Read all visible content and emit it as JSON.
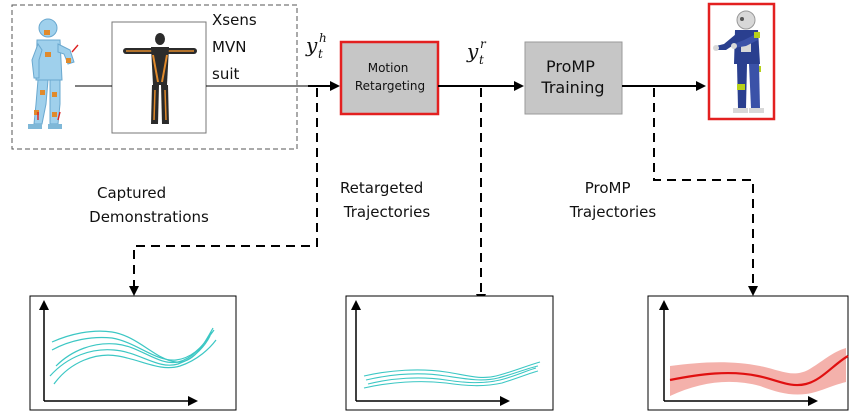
{
  "suit": {
    "label_lines": [
      "Xsens",
      "MVN",
      "suit"
    ]
  },
  "signals": {
    "human": {
      "base": "y",
      "sub": "t",
      "sup": "h"
    },
    "robot": {
      "base": "y",
      "sub": "t",
      "sup": "r"
    }
  },
  "blocks": {
    "retargeting": {
      "lines": [
        "Motion",
        "Retargeting"
      ],
      "border": "#e32020",
      "fill": "#c6c6c6"
    },
    "promp": {
      "lines": [
        "ProMP",
        "Training"
      ],
      "fill": "#c6c6c6"
    }
  },
  "labels": {
    "captured": [
      "Captured",
      "Demonstrations"
    ],
    "retargeted": [
      "Retargeted",
      "Trajectories"
    ],
    "promp_traj": [
      "ProMP",
      "Trajectories"
    ]
  },
  "colors": {
    "trajectory": "#3cc7c4",
    "promp_mean": "#e01010",
    "promp_band": "#f2a39c",
    "robot_border": "#e32020",
    "robot_body": "#2a3f8f",
    "robot_accent": "#b7d11a",
    "avatar_body": "#9fd0ec",
    "suit_body": "#2b2b2b",
    "suit_accent": "#e08a2c"
  },
  "icons": [
    "human-avatar-icon",
    "suit-figure-icon",
    "robot-icon"
  ]
}
